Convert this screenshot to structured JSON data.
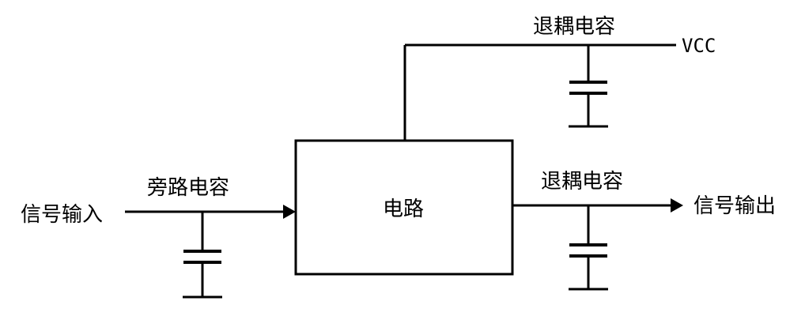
{
  "labels": {
    "input_signal": "信号输入",
    "bypass_capacitor": "旁路电容",
    "circuit": "电路",
    "decoupling_capacitor_top": "退耦电容",
    "vcc": "VCC",
    "decoupling_capacitor_right": "退耦电容",
    "output_signal": "信号输出"
  },
  "colors": {
    "line": "#000000",
    "background": "#ffffff"
  }
}
